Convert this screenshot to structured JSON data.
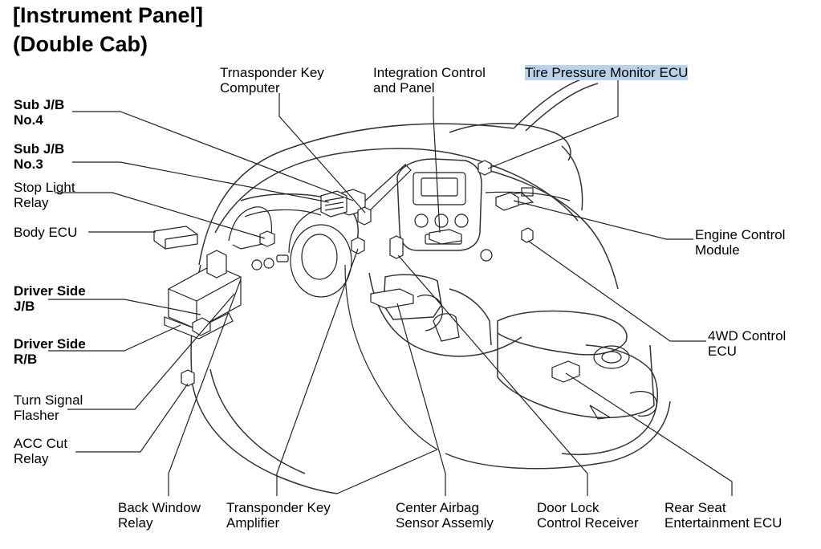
{
  "title": {
    "line1": "[Instrument Panel]",
    "line2": "(Double Cab)"
  },
  "labels": {
    "sub_jb_no4": [
      "Sub J/B",
      "No.4"
    ],
    "sub_jb_no3": [
      "Sub J/B",
      "No.3"
    ],
    "stop_light_relay": [
      "Stop Light",
      "Relay"
    ],
    "body_ecu": [
      "Body ECU"
    ],
    "driver_side_jb": [
      "Driver Side",
      "J/B"
    ],
    "driver_side_rb": [
      "Driver Side",
      "R/B"
    ],
    "turn_signal_flasher": [
      "Turn Signal",
      "Flasher"
    ],
    "acc_cut_relay": [
      "ACC Cut",
      "Relay"
    ],
    "transponder_key_computer": [
      "Trnasponder Key",
      "Computer"
    ],
    "integration_control_panel": [
      "Integration Control",
      "and Panel"
    ],
    "tire_pressure_monitor_ecu": [
      "Tire Pressure Monitor ECU"
    ],
    "engine_control_module": [
      "Engine Control",
      "Module"
    ],
    "fourwd_control_ecu": [
      "4WD Control",
      "ECU"
    ],
    "back_window_relay": [
      "Back Window",
      "Relay"
    ],
    "transponder_key_amplifier": [
      "Transponder Key",
      "Amplifier"
    ],
    "center_airbag_sensor": [
      "Center Airbag",
      "Sensor Assemly"
    ],
    "door_lock_control_receiver": [
      "Door Lock",
      "Control Receiver"
    ],
    "rear_seat_entertainment_ecu": [
      "Rear Seat",
      "Entertainment ECU"
    ]
  },
  "highlight_color": "#b9d2ea"
}
